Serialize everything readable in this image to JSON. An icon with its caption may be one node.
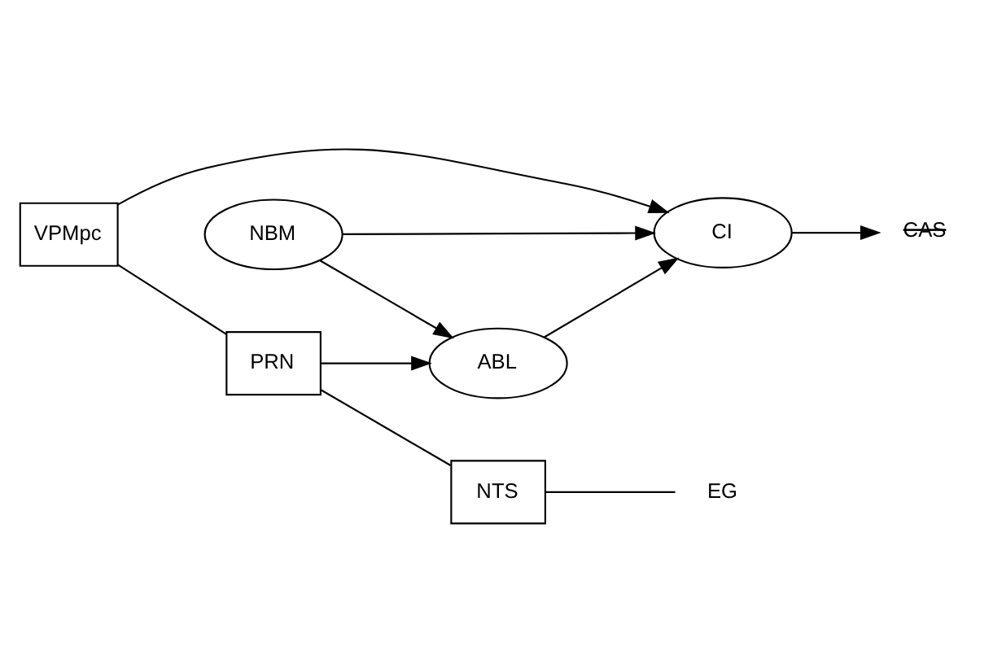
{
  "diagram": {
    "nodes": [
      {
        "text": [
          "CI"
        ]
      },
      {
        "text": [
          "CAS"
        ]
      },
      {
        "text": [
          "NBM"
        ]
      },
      {
        "text": [
          "ABL"
        ]
      },
      {
        "text": [
          "VPMpc"
        ]
      },
      {
        "text": [
          "PRN"
        ]
      },
      {
        "text": [
          "NTS"
        ]
      },
      {
        "text": [
          "EG"
        ]
      }
    ],
    "edges": [
      {
        "from": 2,
        "to": 0,
        "arrow": "to"
      },
      {
        "from": 2,
        "to": 3,
        "arrow": "to"
      },
      {
        "from": 3,
        "to": 0,
        "arrow": "to"
      },
      {
        "from": 0,
        "to": 1,
        "arrow": "to"
      },
      {
        "from": 4,
        "to": 0,
        "arrow": "to"
      },
      {
        "from": 5,
        "to": 3,
        "arrow": "to"
      },
      {
        "from": 4,
        "to": 5,
        "arrow": "none"
      },
      {
        "from": 5,
        "to": 6,
        "arrow": "none"
      },
      {
        "from": 6,
        "to": 7,
        "arrow": "none"
      }
    ]
  }
}
